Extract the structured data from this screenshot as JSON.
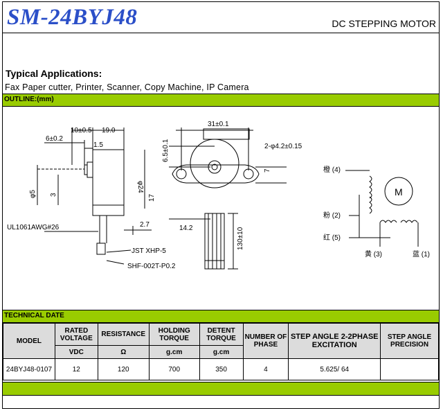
{
  "header": {
    "model_title": "SM-24BYJ48",
    "type_title": "DC STEPPING MOTOR"
  },
  "applications": {
    "heading": "Typical Applications:",
    "text": "Fax Paper cutter, Printer, Scanner, Copy Machine, IP Camera"
  },
  "outline": {
    "label": "OUTLINE:(mm)",
    "dims": {
      "d1": "10±0.5",
      "d2": "19.0",
      "d3": "6±0.2",
      "d4": "1.5",
      "d5": "φ24",
      "d6": "φ5",
      "d7": "3",
      "d8": "17",
      "d9": "2.7",
      "d10": "31±0.1",
      "d11": "6.5±0.1",
      "d12": "2-φ4.2±0.15",
      "d13": "7",
      "d14": "14.2",
      "d15": "130±10",
      "d16": "UL1061AWG#26",
      "d17": "JST XHP-5",
      "d18": "SHF-002T-P0.2"
    },
    "wiring": {
      "w1": "橙 (4)",
      "w2": "粉 (2)",
      "w3": "红 (5)",
      "w4": "黄 (3)",
      "w5": "蓝 (1)",
      "motor": "M"
    }
  },
  "technical": {
    "label": "TECHNICAL DATE",
    "columns": [
      "MODEL",
      "RATED VOLTAGE",
      "RESISTANCE",
      "HOLDING TORQUE",
      "DETENT TORQUE",
      "NUMBER OF PHASE",
      "STEP ANGLE 2-2PHASE EXCITATION",
      "STEP ANGLE PRECISION"
    ],
    "units": [
      "VDC",
      "Ω",
      "g.cm",
      "g.cm"
    ],
    "row": [
      "24BYJ48-0107",
      "12",
      "120",
      "700",
      "350",
      "4",
      "5.625/ 64",
      ""
    ]
  }
}
